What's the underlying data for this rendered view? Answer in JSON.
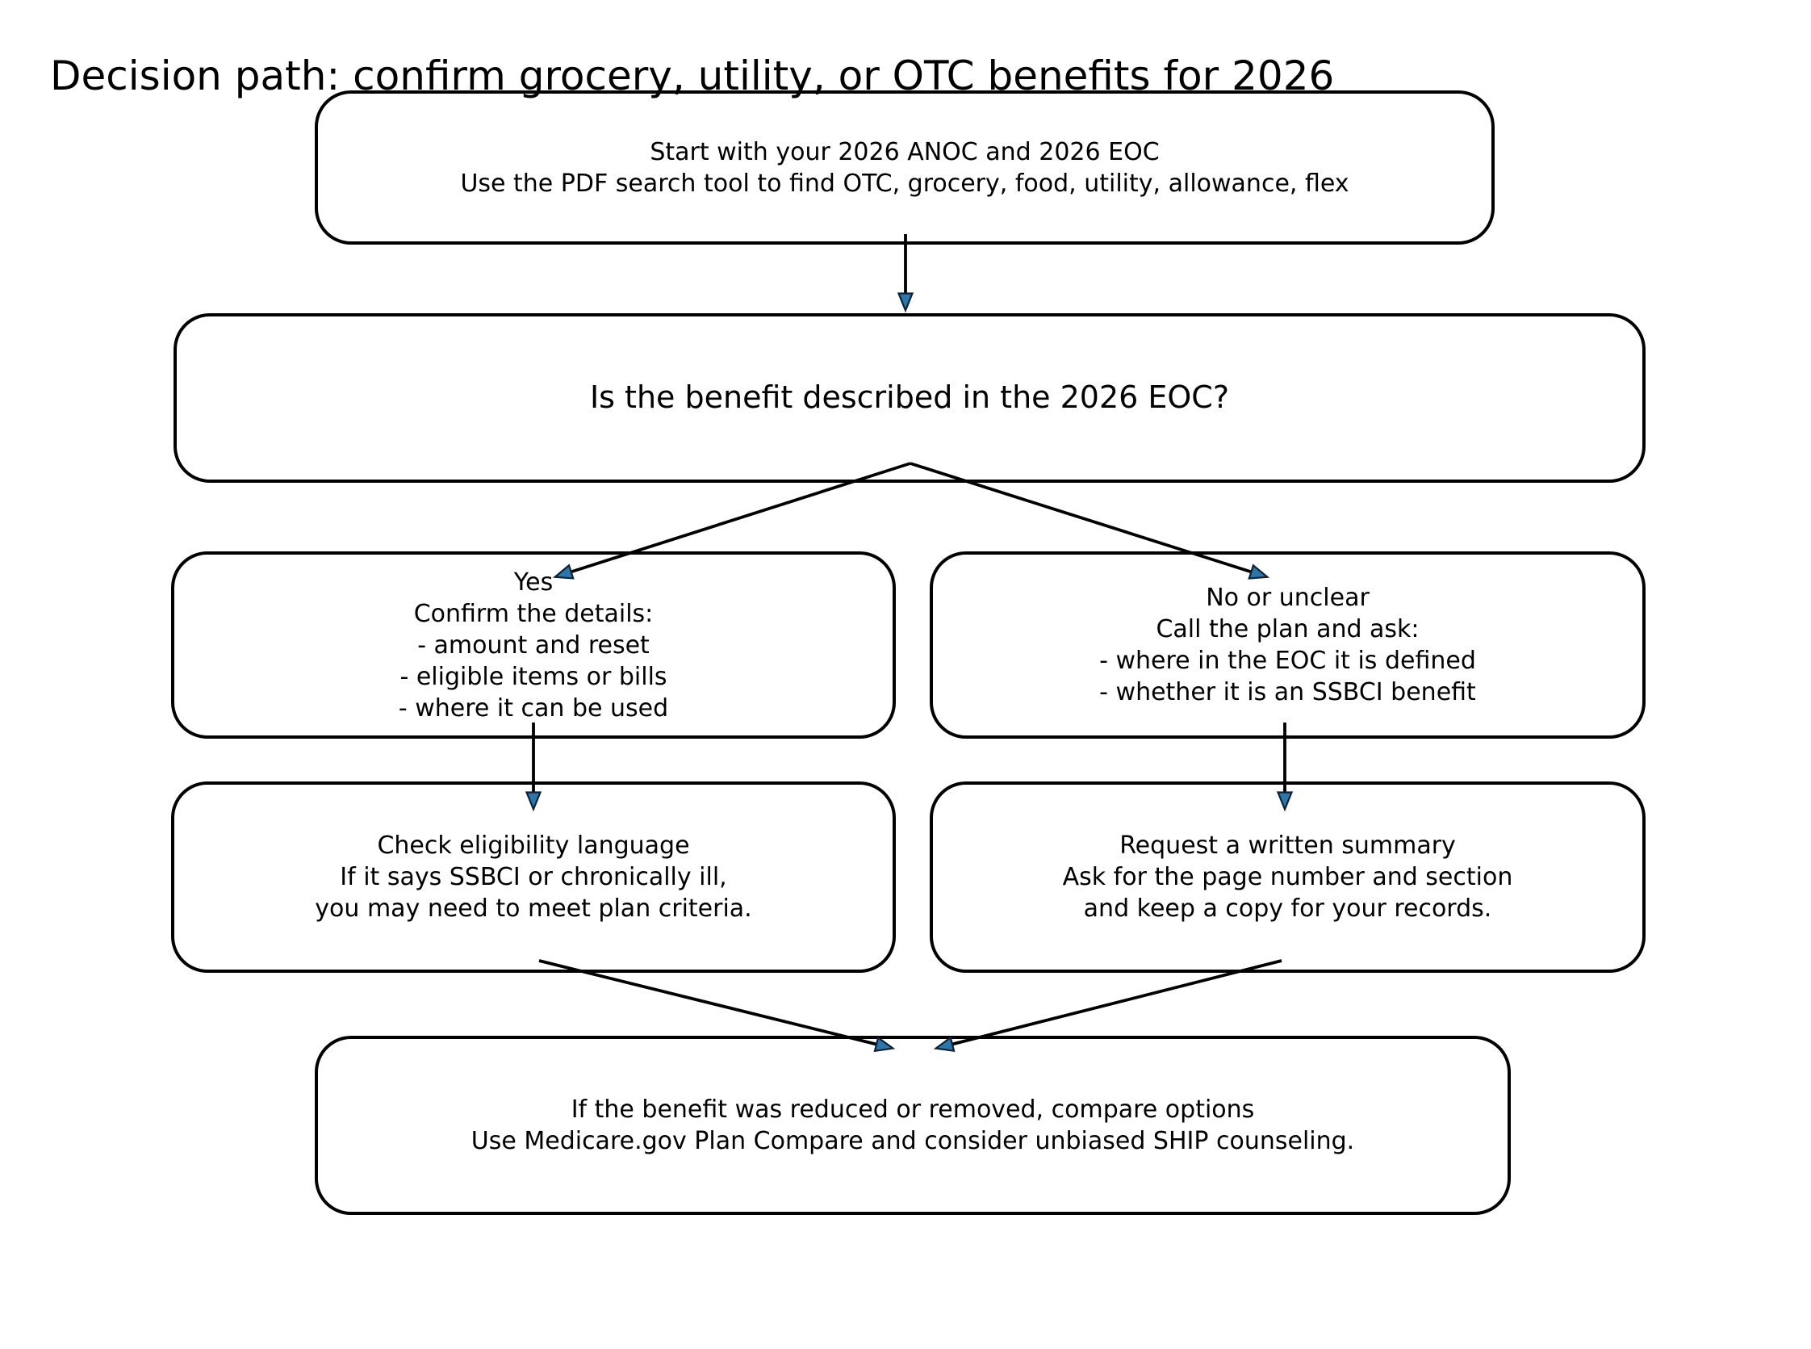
{
  "title": "Decision path: confirm grocery, utility, or OTC benefits for 2026",
  "colors": {
    "background": "#ffffff",
    "line": "#000000",
    "text": "#000000",
    "box_border": "#000000",
    "arrowhead_fill": "#2d76ab",
    "arrowhead_stroke": "#0e2233"
  },
  "nodes": {
    "start": {
      "lines": [
        "Start with your 2026 ANOC and 2026 EOC",
        "Use the PDF search tool to find OTC, grocery, food, utility, allowance, flex"
      ]
    },
    "question": {
      "lines": [
        "Is the benefit described in the 2026 EOC?"
      ]
    },
    "yes": {
      "lines": [
        "Yes",
        "Confirm the details:",
        "- amount and reset",
        "- eligible items or bills",
        "- where it can be used"
      ]
    },
    "no": {
      "lines": [
        "No or unclear",
        "Call the plan and ask:",
        "- where in the EOC it is defined",
        "- whether it is an SSBCI benefit"
      ]
    },
    "check": {
      "lines": [
        "Check eligibility language",
        "If it says SSBCI or chronically ill,",
        "you may need to meet plan criteria."
      ]
    },
    "request": {
      "lines": [
        "Request a written summary",
        "Ask for the page number and section",
        "and keep a copy for your records."
      ]
    },
    "compare": {
      "lines": [
        "If the benefit was reduced or removed, compare options",
        "Use Medicare.gov Plan Compare and consider unbiased SHIP counseling."
      ]
    }
  }
}
